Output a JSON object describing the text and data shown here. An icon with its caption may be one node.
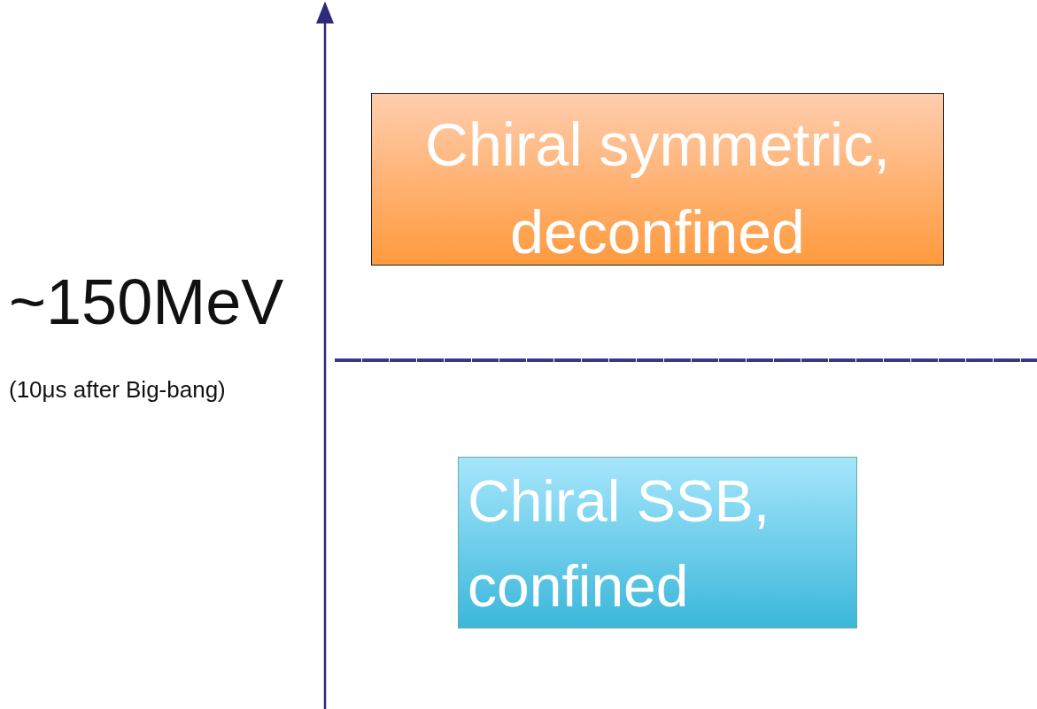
{
  "diagram": {
    "nodes": [
      {
        "text": [
          "Chiral symmetric, deconfined"
        ]
      },
      {
        "text": [
          "Chiral SSB, confined"
        ]
      }
    ],
    "labels": [
      "~150MeV",
      "(10μs after Big-bang)"
    ]
  }
}
